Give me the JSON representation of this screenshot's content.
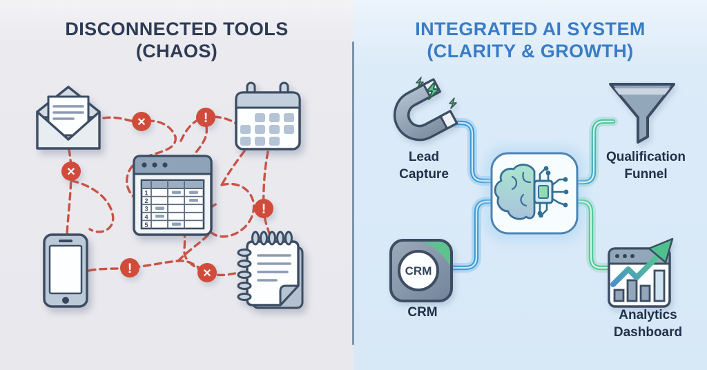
{
  "left_panel": {
    "title_line1": "DISCONNECTED TOOLS",
    "title_line2": "(CHAOS)",
    "icons": [
      "email-envelope",
      "calendar",
      "spreadsheet-window",
      "smartphone",
      "notepad"
    ],
    "spreadsheet": {
      "row_numbers": [
        "1",
        "2",
        "3",
        "4",
        "5"
      ]
    },
    "error_badges": [
      {
        "glyph": "✕"
      },
      {
        "glyph": "!"
      },
      {
        "glyph": "✕"
      },
      {
        "glyph": "!"
      },
      {
        "glyph": "!"
      },
      {
        "glyph": "✕"
      }
    ]
  },
  "right_panel": {
    "title_line1": "INTEGRATED AI SYSTEM",
    "title_line2": "(CLARITY & GROWTH)",
    "nodes": {
      "lead_capture": {
        "label_line1": "Lead",
        "label_line2": "Capture",
        "icon": "magnet-icon"
      },
      "qualification_funnel": {
        "label_line1": "Qualification",
        "label_line2": "Funnel",
        "icon": "funnel-icon"
      },
      "ai_core": {
        "icon": "brain-chip-icon"
      },
      "crm": {
        "label": "CRM",
        "badge_text": "CRM",
        "icon": "crm-box-icon"
      },
      "analytics": {
        "label_line1": "Analytics",
        "label_line2": "Dashboard",
        "icon": "bar-chart-growth-icon"
      }
    }
  },
  "colors": {
    "left_background": "#e8e8ed",
    "right_background": "#d7e8f7",
    "left_title": "#2e3b55",
    "right_title": "#3a7cc6",
    "error_red": "#c84b3c",
    "badge_red": "#d14b3a",
    "tube_blue": "#3e9ad6",
    "tube_green": "#54c697",
    "divider": "#7d93ab",
    "icon_outline": "#3c4d63"
  }
}
